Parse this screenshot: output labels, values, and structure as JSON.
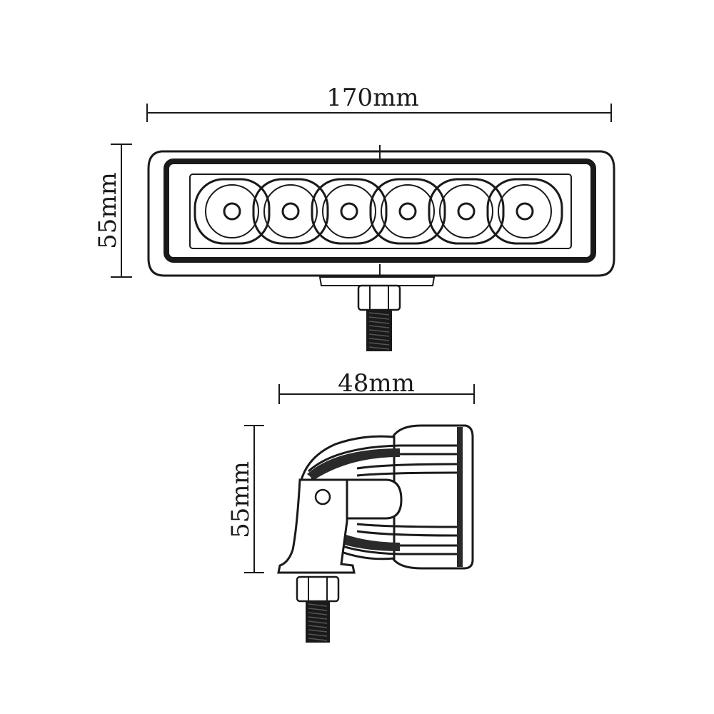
{
  "dimensions": {
    "front_width": "170mm",
    "front_height": "55mm",
    "side_depth": "48mm",
    "side_height": "55mm"
  },
  "led_count": 6,
  "colors": {
    "line": "#1a1a1a",
    "housing_dark": "#2a2a2a",
    "background": "#ffffff"
  }
}
